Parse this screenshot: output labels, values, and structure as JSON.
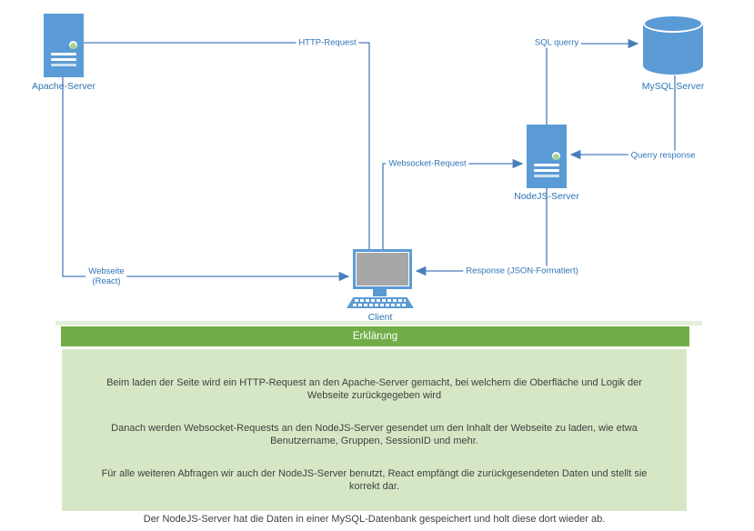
{
  "colors": {
    "shape_blue": "#5B9BD5",
    "connector_blue": "#4A7EBB",
    "label_blue": "#2E75B6",
    "screen_gray": "#A6A6A6",
    "led_green": "#A9D18E",
    "header_green": "#70AD47",
    "body_green": "#D6E7C5",
    "strip_green": "#E2EFDA",
    "body_text": "#404040"
  },
  "diagram": {
    "nodes": {
      "apache": {
        "label": "Apache-Server",
        "type": "server"
      },
      "mysql": {
        "label": "MySQL Server",
        "type": "database"
      },
      "nodejs": {
        "label": "NodeJS-Server",
        "type": "server"
      },
      "client": {
        "label": "Client",
        "type": "computer"
      }
    },
    "connections": [
      {
        "label": "HTTP-Request",
        "from": "Apache-Server",
        "to": "Client"
      },
      {
        "label": "SQL querry",
        "from": "NodeJS-Server",
        "to": "MySQL Server"
      },
      {
        "label": "Querry response",
        "from": "MySQL Server",
        "to": "NodeJS-Server"
      },
      {
        "label": "Websocket-Request",
        "from": "Client",
        "to": "NodeJS-Server"
      },
      {
        "label": "Response (JSON-Formatiert)",
        "from": "NodeJS-Server",
        "to": "Client"
      },
      {
        "label": "Webseite",
        "label_line2": "(React)",
        "from": "Apache-Server",
        "to": "Client"
      }
    ]
  },
  "explanation": {
    "title": "Erklärung",
    "paragraphs": [
      "Beim laden der Seite wird ein HTTP-Request an den Apache-Server gemacht, bei welchem die Oberfläche und Logik der Webseite zurückgegeben wird",
      "Danach werden Websocket-Requests an den NodeJS-Server gesendet um den Inhalt der Webseite zu laden, wie etwa Benutzername, Gruppen, SessionID und mehr.",
      "Für alle weiteren Abfragen wir auch der NodeJS-Server benutzt, React empfängt die zurückgesendeten Daten und stellt sie korrekt dar.",
      "Der NodeJS-Server hat die Daten in einer MySQL-Datenbank gespeichert und holt diese dort wieder ab."
    ]
  }
}
